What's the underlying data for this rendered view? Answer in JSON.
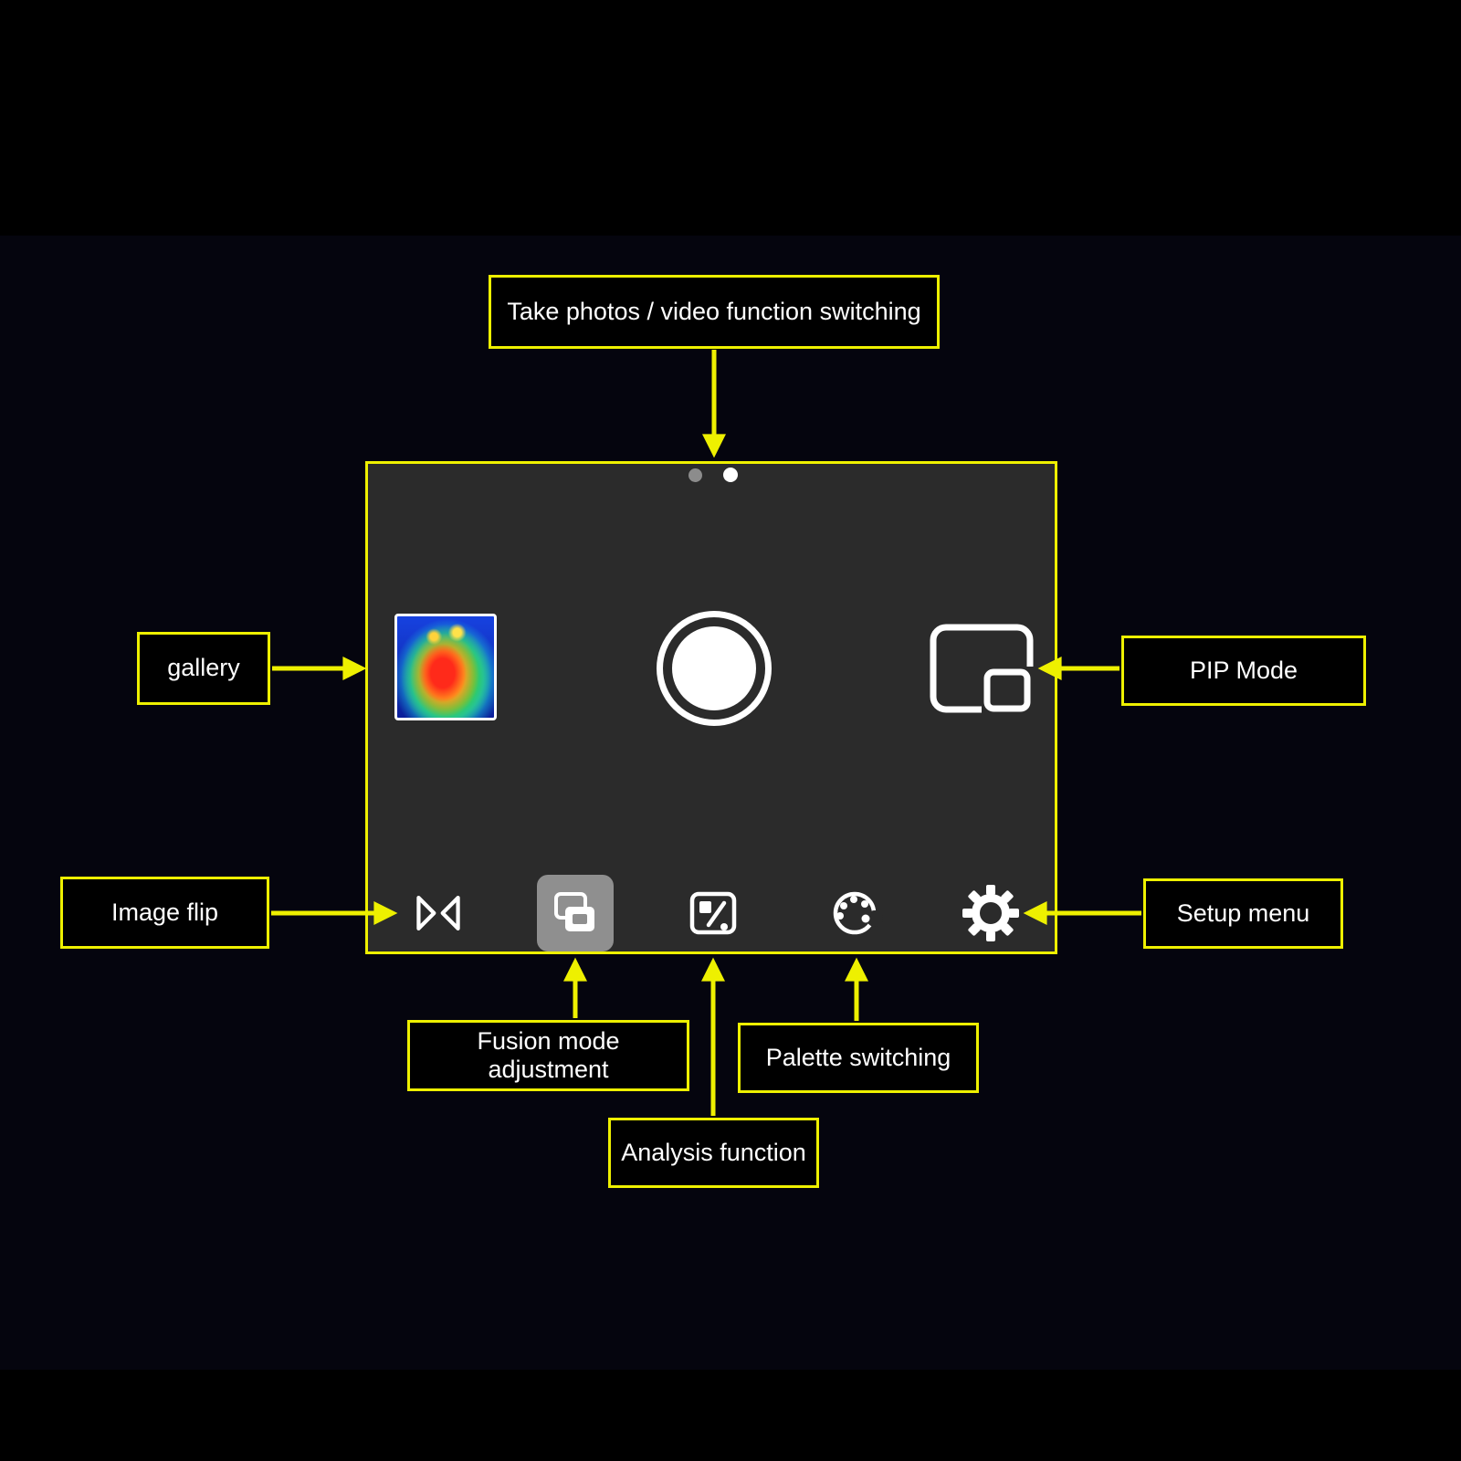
{
  "colors": {
    "accent": "#eef000",
    "background": "#05050e",
    "band": "#000000",
    "screen_bg": "#2b2b2b",
    "label_bg": "#000000",
    "label_text": "#ffffff",
    "icon": "#ffffff",
    "fusion_highlight": "#8f8f8f"
  },
  "annotations": {
    "take_photos": "Take photos / video function switching",
    "gallery": "gallery",
    "pip_mode": "PIP Mode",
    "image_flip": "Image flip",
    "setup_menu": "Setup menu",
    "fusion_mode": "Fusion mode adjustment",
    "palette_switching": "Palette switching",
    "analysis_function": "Analysis function"
  },
  "screen": {
    "page_indicator": {
      "dots": 2,
      "active_dot": 2
    },
    "icons": {
      "gallery_thumbnail": "thermal-image-thumbnail",
      "shutter": "shutter-button",
      "pip": "pip-mode-icon",
      "flip": "image-flip-icon",
      "fusion": "fusion-mode-icon",
      "analysis": "analysis-icon",
      "palette": "palette-icon",
      "settings": "gear-icon"
    }
  }
}
